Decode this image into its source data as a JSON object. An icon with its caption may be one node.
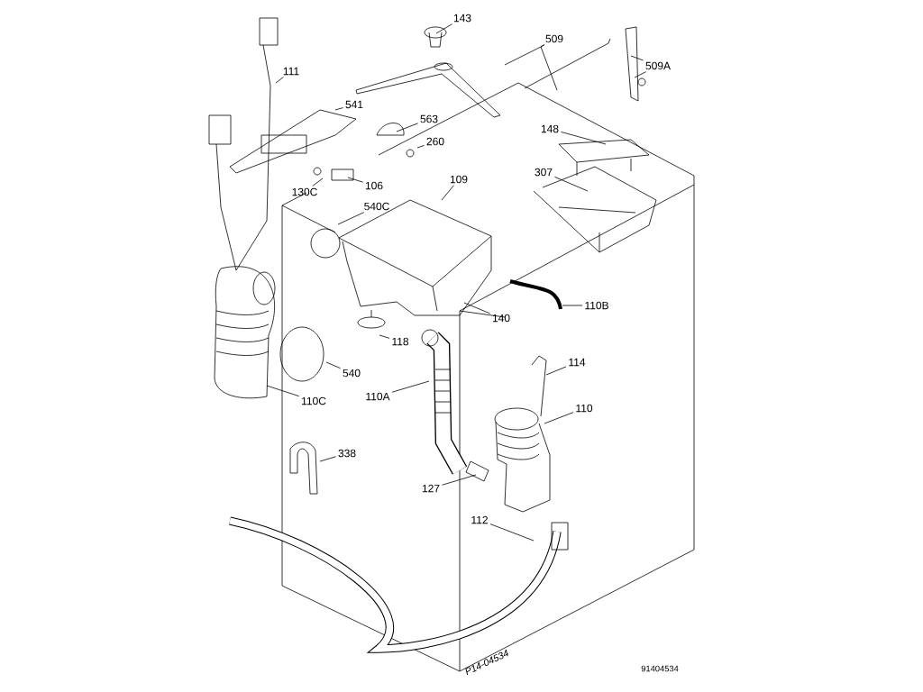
{
  "diagram": {
    "nodes": [
      {
        "text": [
          "143"
        ]
      },
      {
        "text": [
          "509"
        ]
      },
      {
        "text": [
          "509A"
        ]
      },
      {
        "text": [
          "111"
        ]
      },
      {
        "text": [
          "541"
        ]
      },
      {
        "text": [
          "563"
        ]
      },
      {
        "text": [
          "260"
        ]
      },
      {
        "text": [
          "148"
        ]
      },
      {
        "text": [
          "307"
        ]
      },
      {
        "text": [
          "130C"
        ]
      },
      {
        "text": [
          "106"
        ]
      },
      {
        "text": [
          "109"
        ]
      },
      {
        "text": [
          "540C"
        ]
      },
      {
        "text": [
          "140"
        ]
      },
      {
        "text": [
          "110B"
        ]
      },
      {
        "text": [
          "118"
        ]
      },
      {
        "text": [
          "540"
        ]
      },
      {
        "text": [
          "110C"
        ]
      },
      {
        "text": [
          "114"
        ]
      },
      {
        "text": [
          "110A"
        ]
      },
      {
        "text": [
          "110"
        ]
      },
      {
        "text": [
          "338"
        ]
      },
      {
        "text": [
          "127"
        ]
      },
      {
        "text": [
          "112"
        ]
      }
    ],
    "edges": [
      {
        "from": 0,
        "to": null,
        "arrow": "none"
      },
      {
        "from": 1,
        "to": null,
        "arrow": "none"
      },
      {
        "from": 1,
        "to": null,
        "arrow": "none"
      },
      {
        "from": 2,
        "to": null,
        "arrow": "none"
      },
      {
        "from": 2,
        "to": null,
        "arrow": "none"
      },
      {
        "from": 3,
        "to": null,
        "arrow": "none"
      },
      {
        "from": 4,
        "to": null,
        "arrow": "none"
      },
      {
        "from": 5,
        "to": null,
        "arrow": "none"
      },
      {
        "from": 6,
        "to": null,
        "arrow": "none"
      },
      {
        "from": 7,
        "to": null,
        "arrow": "none"
      },
      {
        "from": 8,
        "to": null,
        "arrow": "none"
      },
      {
        "from": 9,
        "to": null,
        "arrow": "none"
      },
      {
        "from": 10,
        "to": null,
        "arrow": "none"
      },
      {
        "from": 11,
        "to": null,
        "arrow": "none"
      },
      {
        "from": 12,
        "to": null,
        "arrow": "none"
      },
      {
        "from": 13,
        "to": null,
        "arrow": "none"
      },
      {
        "from": 14,
        "to": null,
        "arrow": "none"
      },
      {
        "from": 15,
        "to": null,
        "arrow": "none"
      },
      {
        "from": 16,
        "to": null,
        "arrow": "none"
      },
      {
        "from": 17,
        "to": null,
        "arrow": "none"
      },
      {
        "from": 18,
        "to": null,
        "arrow": "none"
      },
      {
        "from": 19,
        "to": null,
        "arrow": "none"
      },
      {
        "from": 20,
        "to": null,
        "arrow": "none"
      },
      {
        "from": 21,
        "to": null,
        "arrow": "none"
      },
      {
        "from": 22,
        "to": null,
        "arrow": "none"
      },
      {
        "from": 23,
        "to": null,
        "arrow": "none"
      }
    ],
    "labels": [
      "P14-04534",
      "91404534"
    ]
  }
}
